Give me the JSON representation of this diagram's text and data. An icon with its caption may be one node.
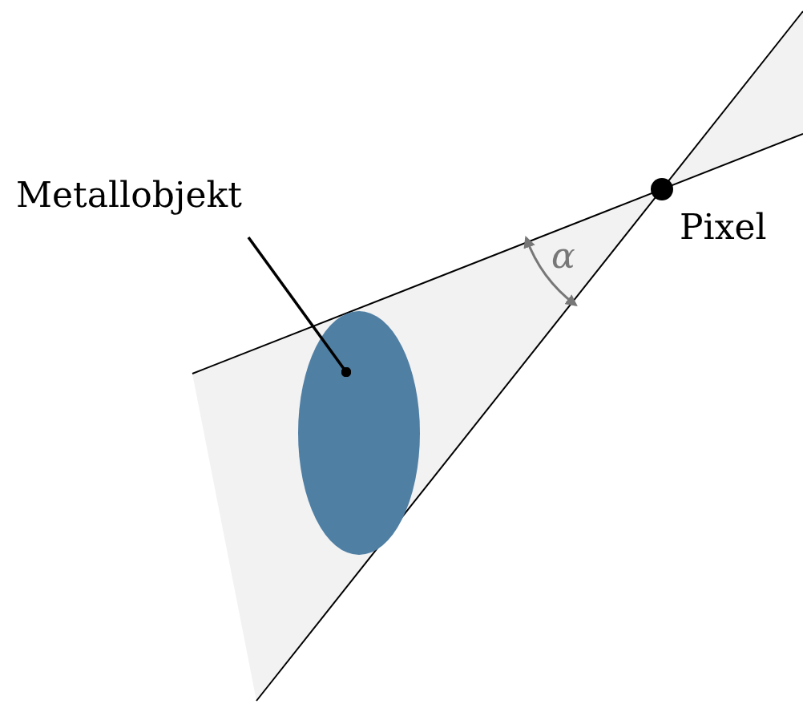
{
  "diagram": {
    "nodes": [
      {
        "text": [
          "Metallobjekt"
        ]
      },
      {
        "text": [],
        "shape": "circle"
      }
    ],
    "edges": [
      {
        "from": 0,
        "to": 1,
        "arrow": "other"
      }
    ],
    "labels": [
      "Pixel",
      "α"
    ]
  }
}
